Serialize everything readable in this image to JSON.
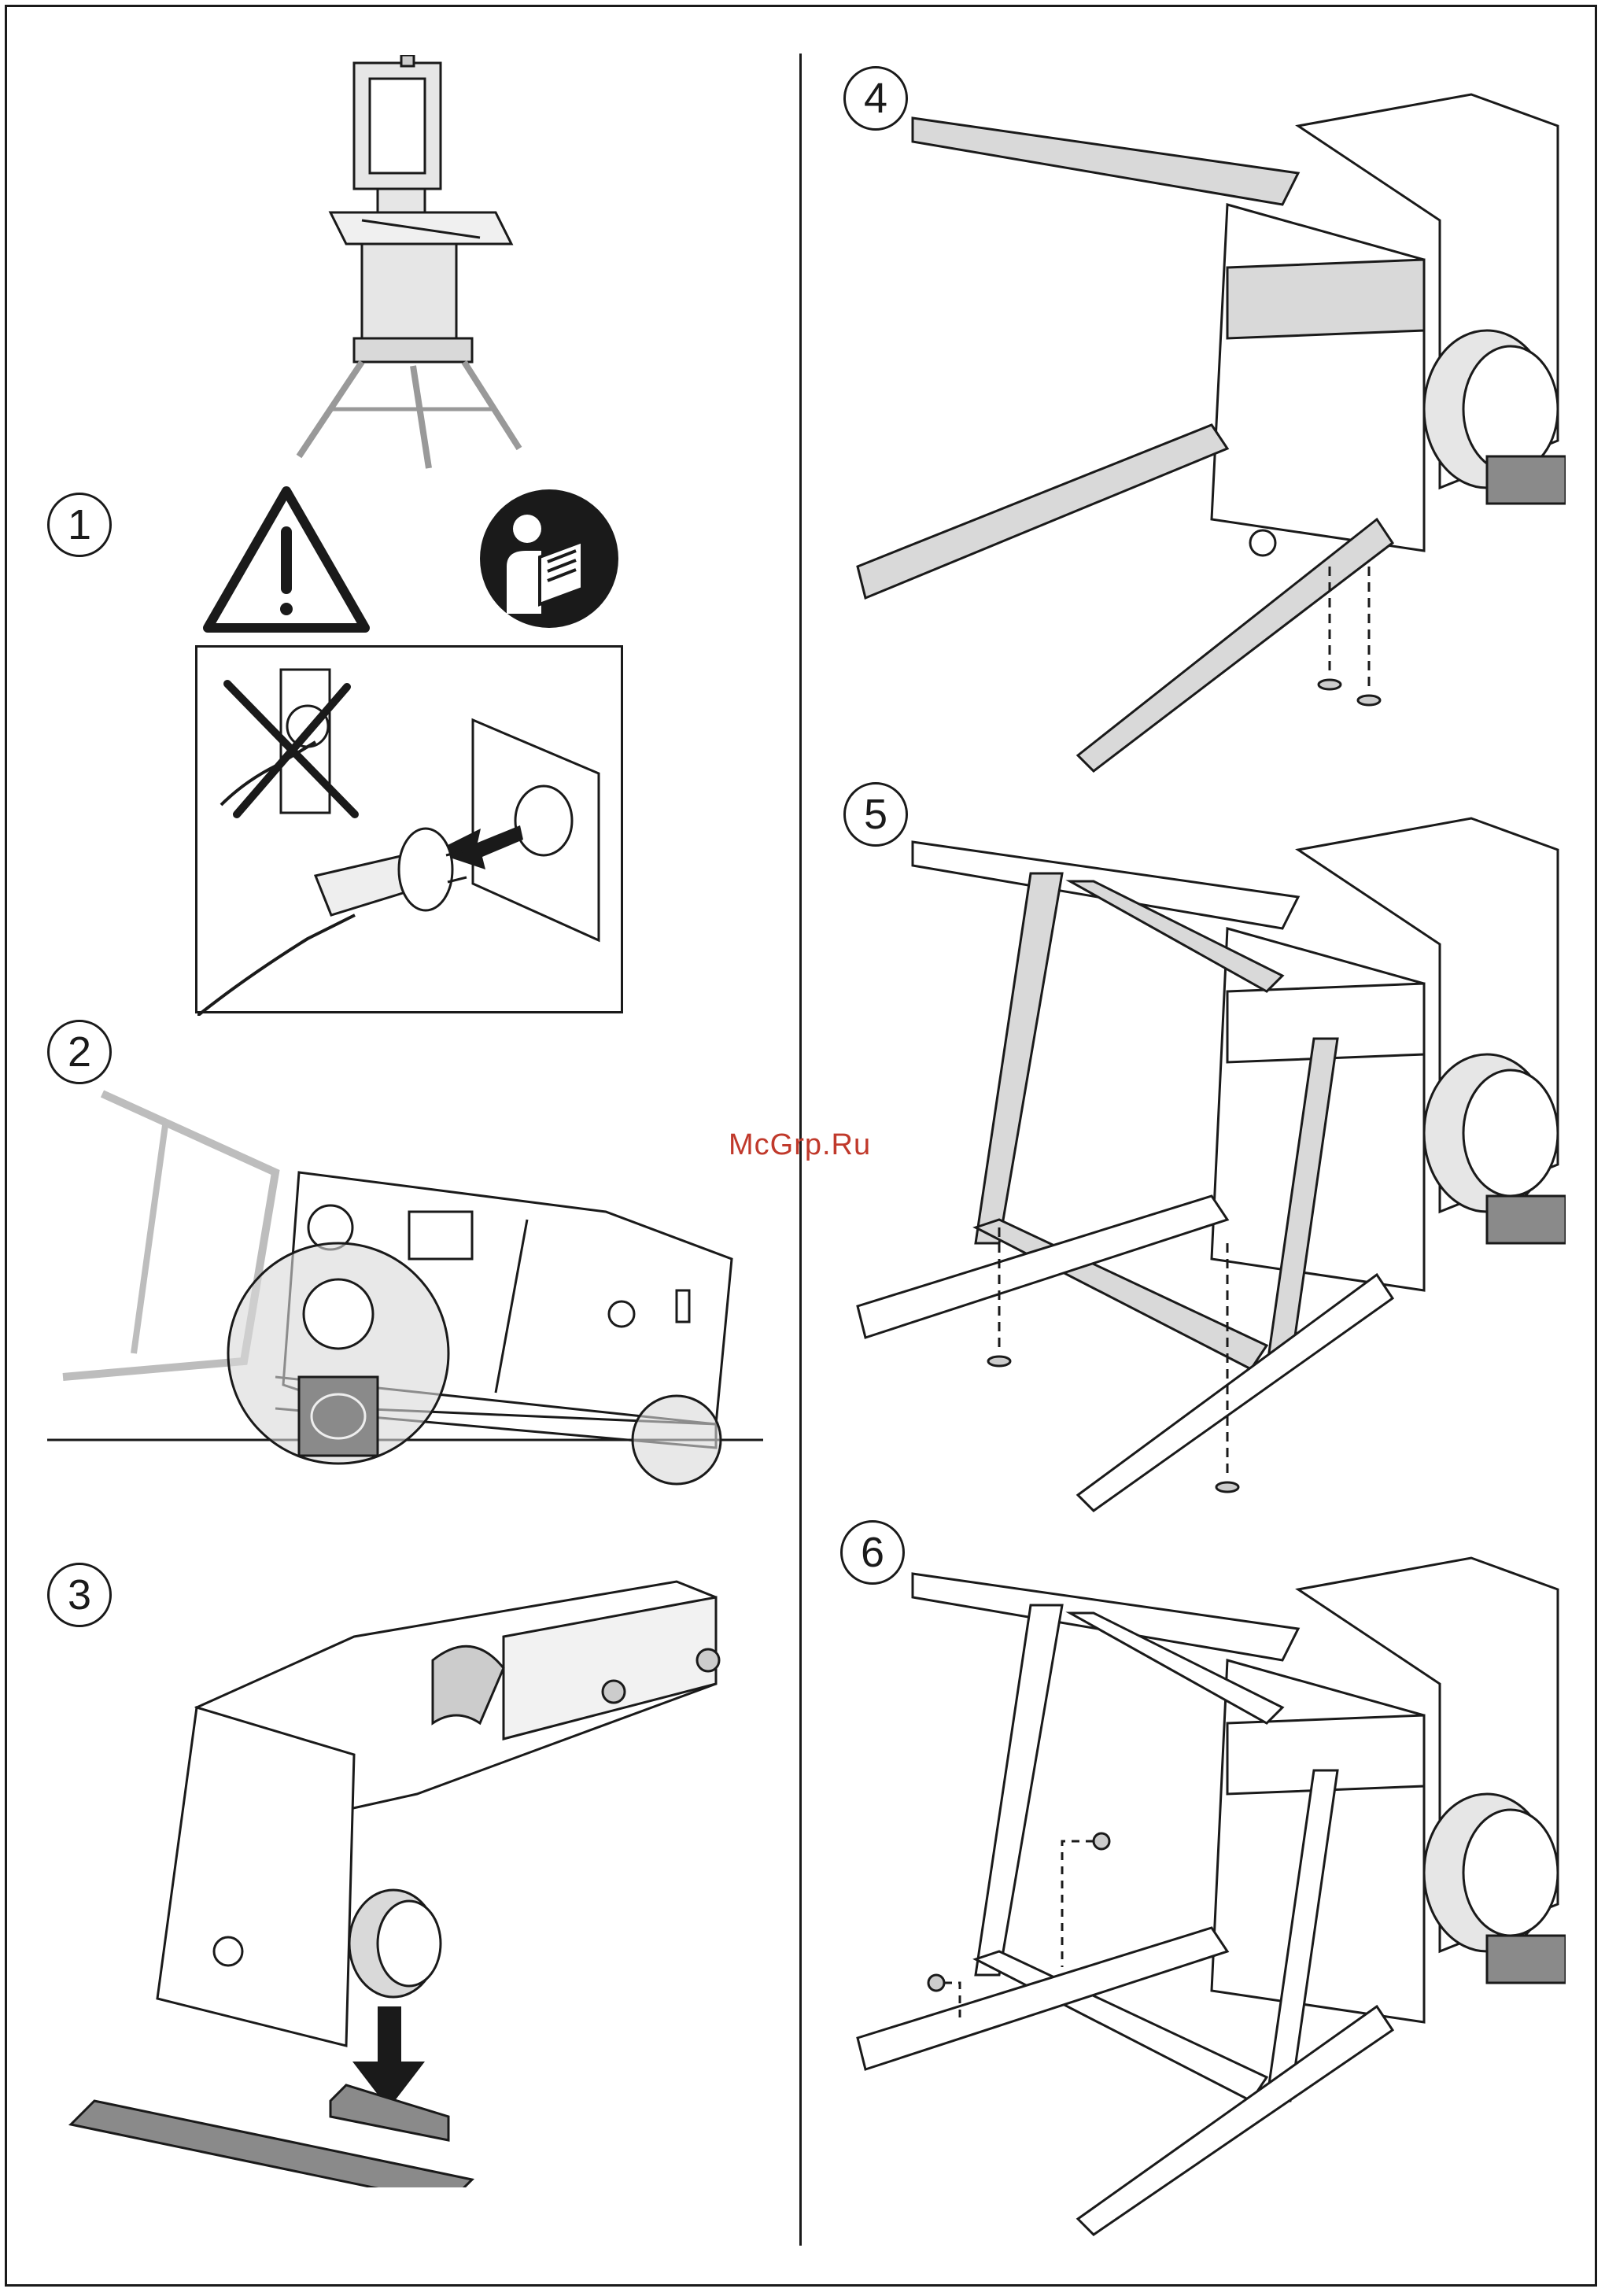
{
  "watermark": "McGrp.Ru",
  "steps": [
    {
      "number": "1"
    },
    {
      "number": "2"
    },
    {
      "number": "3"
    },
    {
      "number": "4"
    },
    {
      "number": "5"
    },
    {
      "number": "6"
    }
  ],
  "colors": {
    "line": "#1a1a1a",
    "fill_grey": "#d9d9d9",
    "wood": "#8a8a8a",
    "watermark": "#c0392b",
    "faded": "#bdbdbd"
  },
  "icons": [
    "warning-triangle-icon",
    "read-manual-icon",
    "unplug-icon"
  ]
}
